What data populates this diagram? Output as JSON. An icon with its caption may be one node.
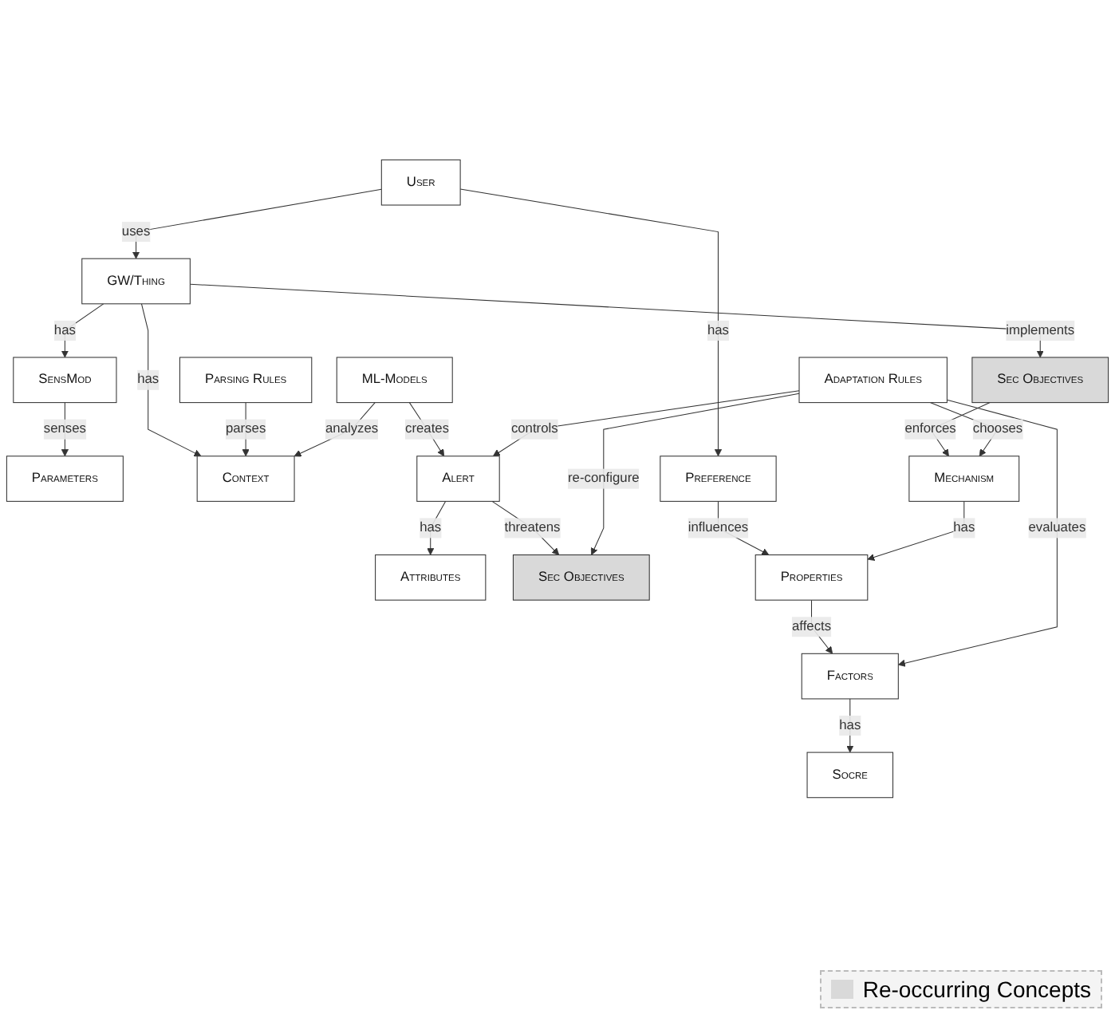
{
  "diagram": {
    "nodes": [
      {
        "text": [
          "Parameters"
        ]
      },
      {
        "text": [
          "SensMod"
        ]
      },
      {
        "text": [
          "User"
        ]
      },
      {
        "text": [
          "Context"
        ]
      },
      {
        "text": [
          "GW/Thing"
        ]
      },
      {
        "text": [
          "Preference"
        ]
      },
      {
        "text": [
          "Parsing Rules"
        ]
      },
      {
        "text": [
          "Sec Objectives"
        ]
      },
      {
        "text": [
          "Properties"
        ]
      },
      {
        "text": [
          "ML-Models"
        ]
      },
      {
        "text": [
          "Mechanism"
        ]
      },
      {
        "text": [
          "Factors"
        ]
      },
      {
        "text": [
          "Alert"
        ]
      },
      {
        "text": [
          "Adaptation Rules"
        ]
      },
      {
        "text": [
          "Socre"
        ]
      },
      {
        "text": [
          "Attributes"
        ]
      },
      {
        "text": [
          "Sec Objectives"
        ]
      }
    ],
    "edges": [
      {
        "from": 1,
        "to": 0,
        "arrow": "to",
        "label": "senses"
      },
      {
        "from": 4,
        "to": 1,
        "arrow": "to",
        "label": "has"
      },
      {
        "from": 2,
        "to": 4,
        "arrow": "to",
        "label": "uses"
      },
      {
        "from": 4,
        "to": 3,
        "arrow": "to",
        "label": "has"
      },
      {
        "from": 2,
        "to": 5,
        "arrow": "to",
        "label": "has"
      },
      {
        "from": 4,
        "to": 7,
        "arrow": "to",
        "label": "implements"
      },
      {
        "from": 5,
        "to": 8,
        "arrow": "to",
        "label": "influences"
      },
      {
        "from": 6,
        "to": 3,
        "arrow": "to",
        "label": "parses"
      },
      {
        "from": 9,
        "to": 3,
        "arrow": "to",
        "label": "analyzes"
      },
      {
        "from": 7,
        "to": 10,
        "arrow": "to",
        "label": "enforces"
      },
      {
        "from": 10,
        "to": 8,
        "arrow": "to",
        "label": "has"
      },
      {
        "from": 8,
        "to": 11,
        "arrow": "to",
        "label": "affects"
      },
      {
        "from": 13,
        "to": 10,
        "arrow": "to",
        "label": "chooses"
      },
      {
        "from": 13,
        "to": 11,
        "arrow": "to",
        "label": "evaluates"
      },
      {
        "from": 11,
        "to": 14,
        "arrow": "to",
        "label": "has"
      },
      {
        "from": 9,
        "to": 12,
        "arrow": "to",
        "label": "creates"
      },
      {
        "from": 13,
        "to": 12,
        "arrow": "to",
        "label": "controls"
      },
      {
        "from": 12,
        "to": 15,
        "arrow": "to",
        "label": "has"
      },
      {
        "from": 12,
        "to": 16,
        "arrow": "to",
        "label": "threatens"
      },
      {
        "from": 13,
        "to": 16,
        "arrow": "to",
        "label": "re-configure"
      }
    ],
    "legend": [
      {
        "text": "Re-occurring Concepts",
        "color": "#d9d9d9"
      }
    ]
  }
}
